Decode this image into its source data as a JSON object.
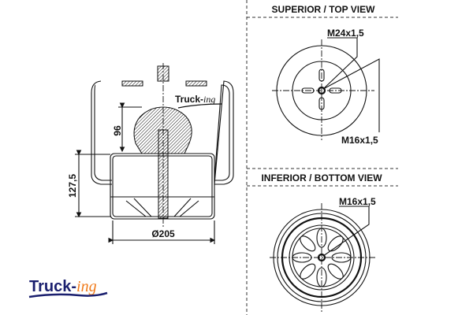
{
  "logo": {
    "brand_main": "Truck-",
    "brand_accent": "ing",
    "colors": {
      "main": "#1a1f6e",
      "accent": "#f07a1a"
    }
  },
  "side_view": {
    "dimensions": {
      "height_piston": "127,5",
      "height_bumper": "96",
      "diameter": "Ø205"
    },
    "watermark_main": "Truck-",
    "watermark_accent": "ing"
  },
  "top_view": {
    "title": "SUPERIOR / TOP VIEW",
    "labels": {
      "center_thread": "M24x1,5",
      "side_thread": "M16x1,5"
    }
  },
  "bottom_view": {
    "title": "INFERIOR / BOTTOM VIEW",
    "labels": {
      "center_thread": "M16x1,5"
    }
  }
}
